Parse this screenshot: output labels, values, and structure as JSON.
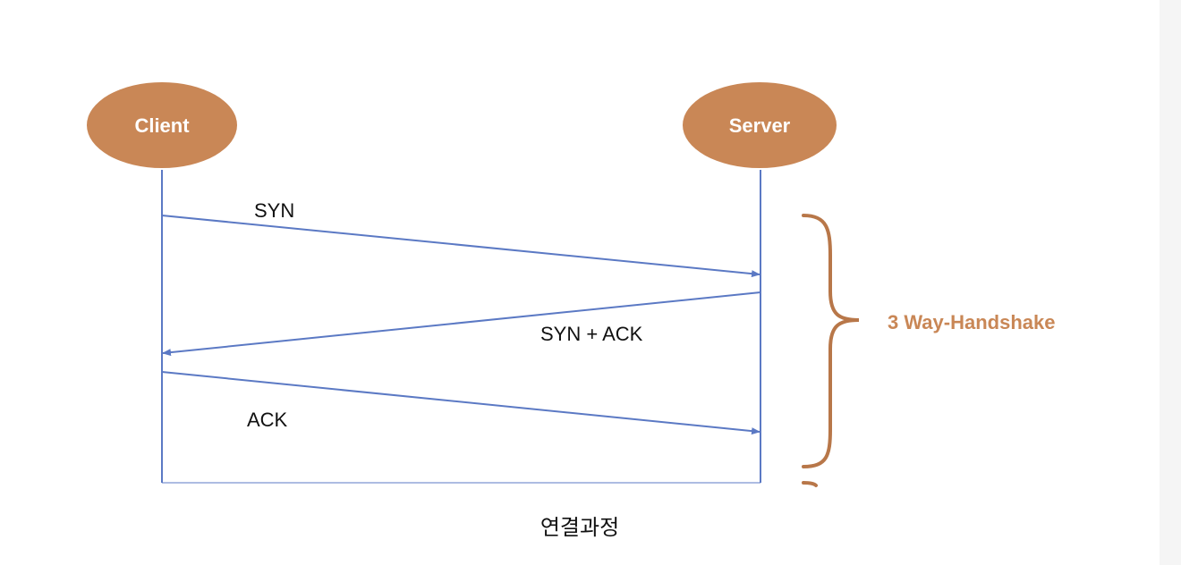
{
  "nodes": {
    "client": "Client",
    "server": "Server"
  },
  "messages": [
    {
      "label": "SYN",
      "from": "client",
      "to": "server"
    },
    {
      "label": "SYN + ACK",
      "from": "server",
      "to": "client"
    },
    {
      "label": "ACK",
      "from": "client",
      "to": "server"
    }
  ],
  "brace_label": "3 Way-Handshake",
  "caption": "연결과정",
  "colors": {
    "node_fill": "#c98756",
    "lifeline": "#5b79c4",
    "brace": "#b87749",
    "brace_text": "#c98756"
  }
}
